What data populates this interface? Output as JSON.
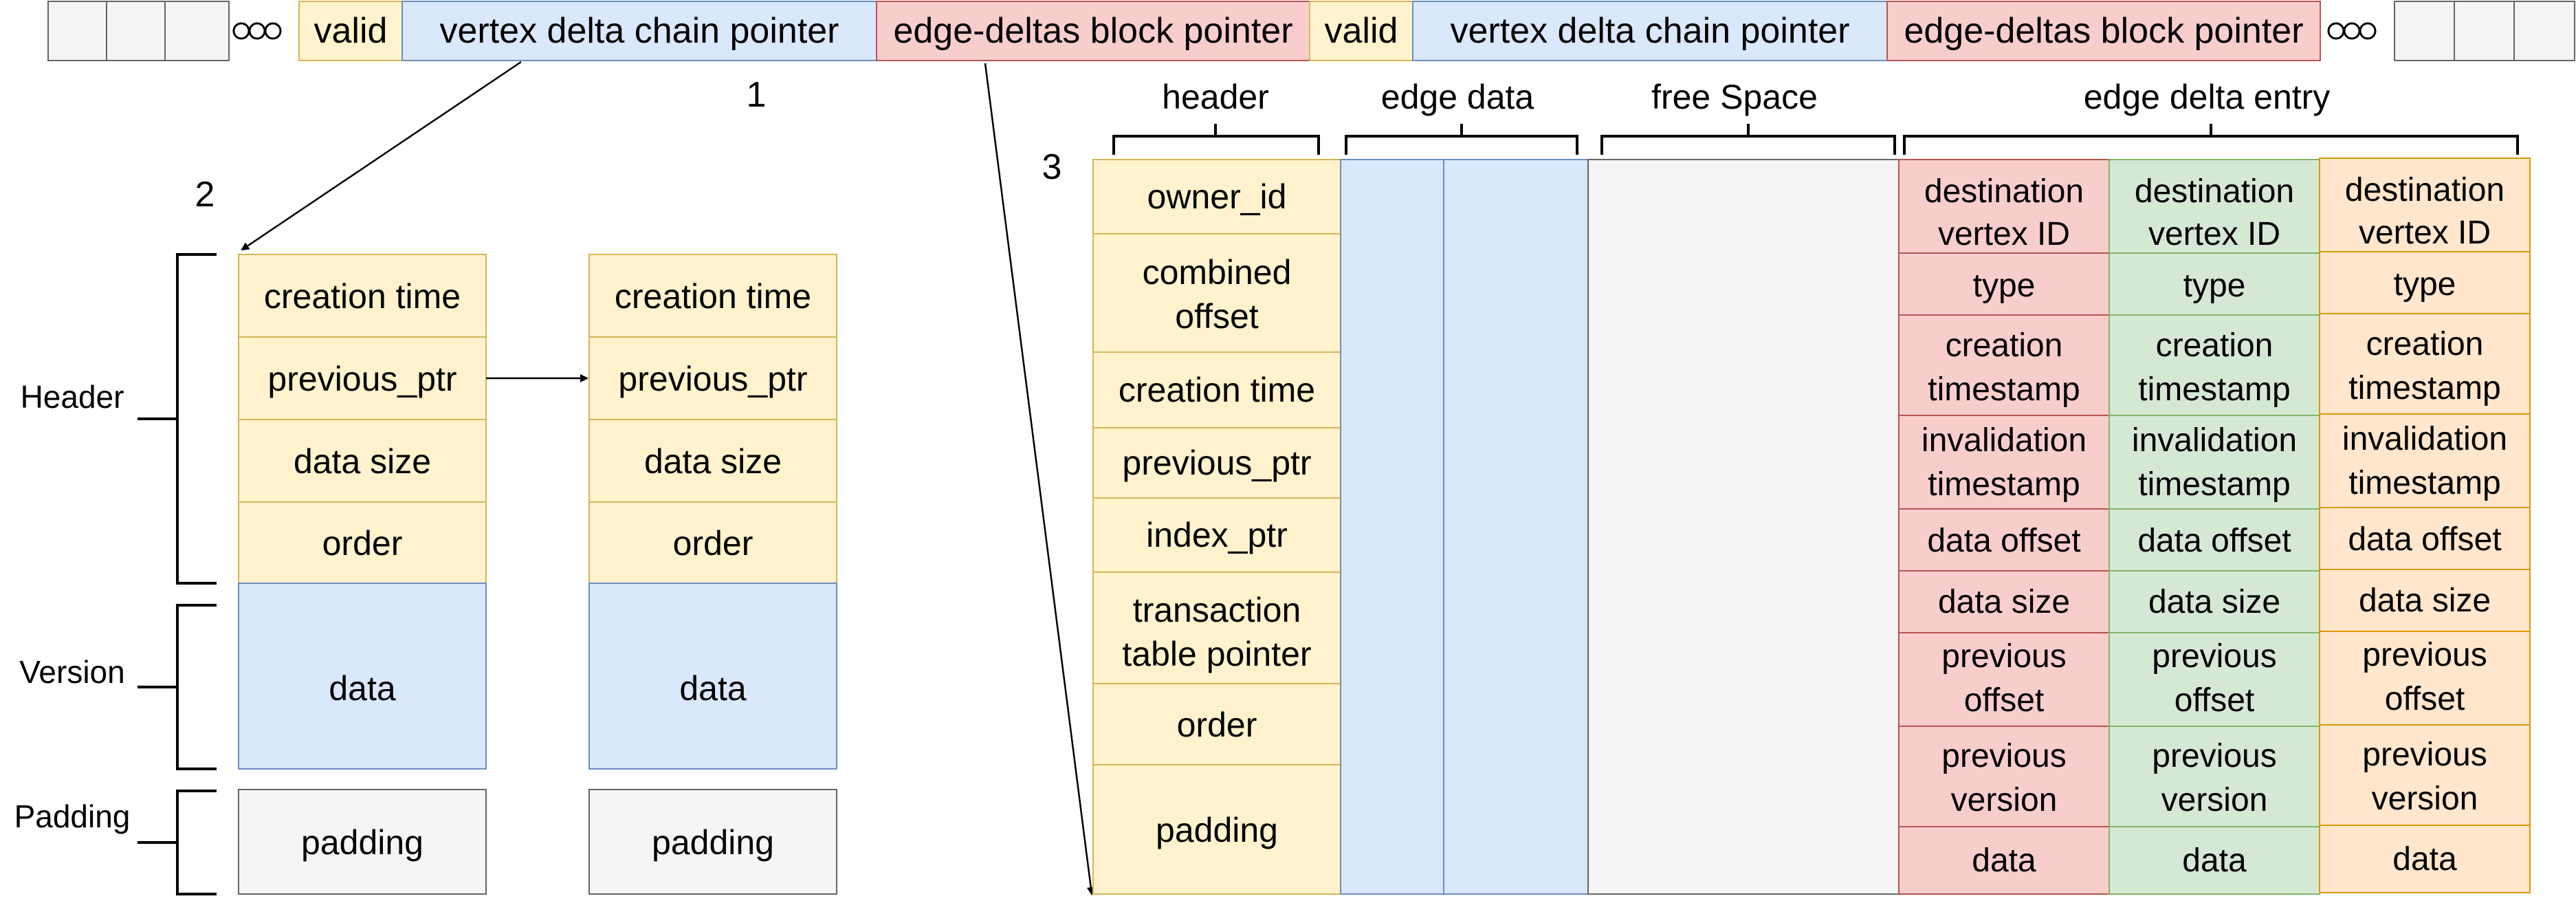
{
  "colors": {
    "yellow_fill": "#fff2cc",
    "yellow_stroke": "#d6b656",
    "blue_fill": "#dae8fc",
    "blue_stroke": "#6c8ebf",
    "red_fill": "#f8cecc",
    "red_stroke": "#b85450",
    "green_fill": "#d5e8d4",
    "green_stroke": "#82b366",
    "orange_fill": "#ffe6cc",
    "orange_stroke": "#d79b00",
    "gray_fill": "#f5f5f5",
    "gray_stroke": "#666666"
  },
  "top_bar": {
    "valid_1": "valid",
    "vertex_ptr_1": "vertex delta chain pointer",
    "edge_ptr_1": "edge-deltas block pointer",
    "valid_2": "valid",
    "vertex_ptr_2": "vertex delta chain pointer",
    "edge_ptr_2": "edge-deltas block pointer",
    "ellipsis_icon": "ellipsis-circles-icon"
  },
  "markers": {
    "one": "1",
    "two": "2",
    "three": "3"
  },
  "vertex_chain": {
    "brace_labels": {
      "header": "Header",
      "version": "Version",
      "padding": "Padding"
    },
    "block_a": {
      "creation_time": "creation time",
      "previous_ptr": "previous_ptr",
      "data_size": "data size",
      "order": "order",
      "data": "data",
      "padding": "padding"
    },
    "block_b": {
      "creation_time": "creation time",
      "previous_ptr": "previous_ptr",
      "data_size": "data size",
      "order": "order",
      "data": "data",
      "padding": "padding"
    }
  },
  "edge_block": {
    "section_labels": {
      "header": "header",
      "edge_data": "edge data",
      "free_space": "free Space",
      "edge_delta_entry": "edge delta entry"
    },
    "header_fields": {
      "owner_id": "owner_id",
      "combined_offset_1": "combined",
      "combined_offset_2": "offset",
      "creation_time": "creation time",
      "previous_ptr": "previous_ptr",
      "index_ptr": "index_ptr",
      "transaction_1": "transaction",
      "transaction_2": "table pointer",
      "order": "order",
      "padding": "padding"
    },
    "entries": [
      {
        "dest_1": "destination",
        "dest_2": "vertex ID",
        "type": "type",
        "creation_1": "creation",
        "creation_2": "timestamp",
        "invalidation_1": "invalidation",
        "invalidation_2": "timestamp",
        "data_offset": "data offset",
        "data_size": "data size",
        "prev_offset_1": "previous",
        "prev_offset_2": "offset",
        "prev_version_1": "previous",
        "prev_version_2": "version",
        "data": "data"
      },
      {
        "dest_1": "destination",
        "dest_2": "vertex ID",
        "type": "type",
        "creation_1": "creation",
        "creation_2": "timestamp",
        "invalidation_1": "invalidation",
        "invalidation_2": "timestamp",
        "data_offset": "data offset",
        "data_size": "data size",
        "prev_offset_1": "previous",
        "prev_offset_2": "offset",
        "prev_version_1": "previous",
        "prev_version_2": "version",
        "data": "data"
      },
      {
        "dest_1": "destination",
        "dest_2": "vertex ID",
        "type": "type",
        "creation_1": "creation",
        "creation_2": "timestamp",
        "invalidation_1": "invalidation",
        "invalidation_2": "timestamp",
        "data_offset": "data offset",
        "data_size": "data size",
        "prev_offset_1": "previous",
        "prev_offset_2": "offset",
        "prev_version_1": "previous",
        "prev_version_2": "version",
        "data": "data"
      }
    ]
  }
}
